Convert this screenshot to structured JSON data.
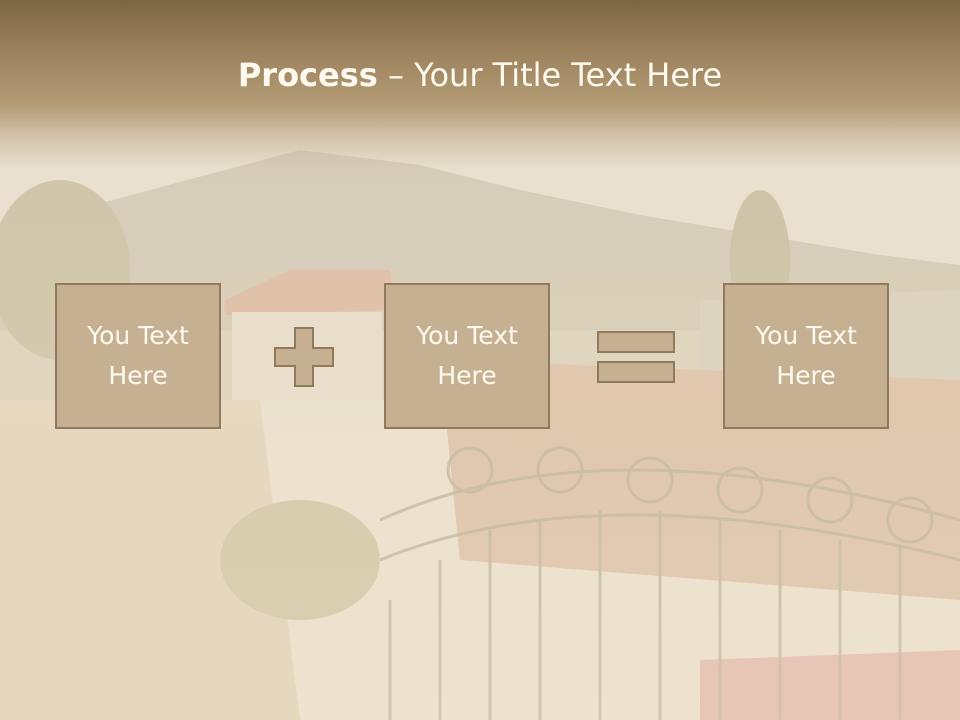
{
  "slide": {
    "title_bold": "Process",
    "title_rest": " – Your Title Text Here",
    "boxes": [
      {
        "label": "You Text Here"
      },
      {
        "label": "You Text Here"
      },
      {
        "label": "You Text Here"
      }
    ],
    "operators": [
      "plus-icon",
      "equals-icon"
    ],
    "colors": {
      "header": "#a08660",
      "box_fill": "#c6b092",
      "box_border": "#8f7a5c",
      "text": "#fffaf0"
    }
  }
}
